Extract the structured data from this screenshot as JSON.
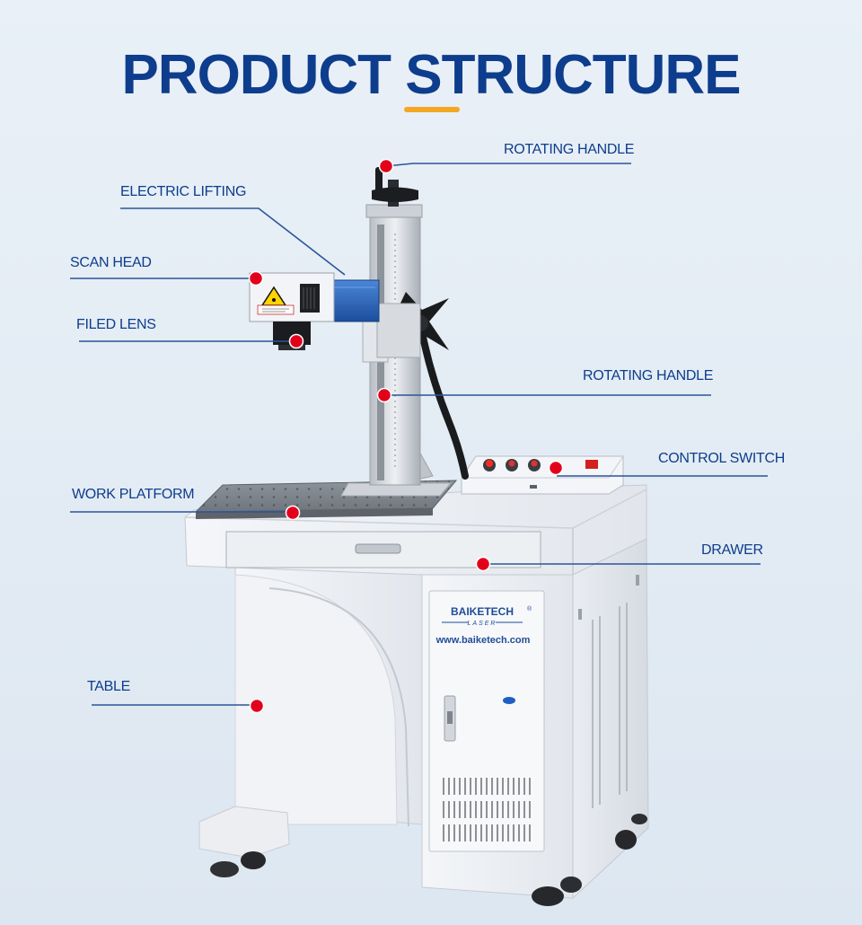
{
  "title": "PRODUCT STRUCTURE",
  "colors": {
    "title": "#0d3d8c",
    "accent": "#f5a623",
    "marker": "#e3001b",
    "line": "#2a5599"
  },
  "labels": {
    "rotating_handle_top": "ROTATING HANDLE",
    "electric_lifting": "ELECTRIC LIFTING",
    "scan_head": "SCAN HEAD",
    "filed_lens": "FILED LENS",
    "rotating_handle_mid": "ROTATING HANDLE",
    "control_switch": "CONTROL SWITCH",
    "work_platform": "WORK PLATFORM",
    "drawer": "DRAWER",
    "table": "TABLE"
  },
  "brand": {
    "name": "BAIKETECH",
    "registered": "®",
    "sub": "LASER",
    "website": "www.baiketech.com"
  }
}
